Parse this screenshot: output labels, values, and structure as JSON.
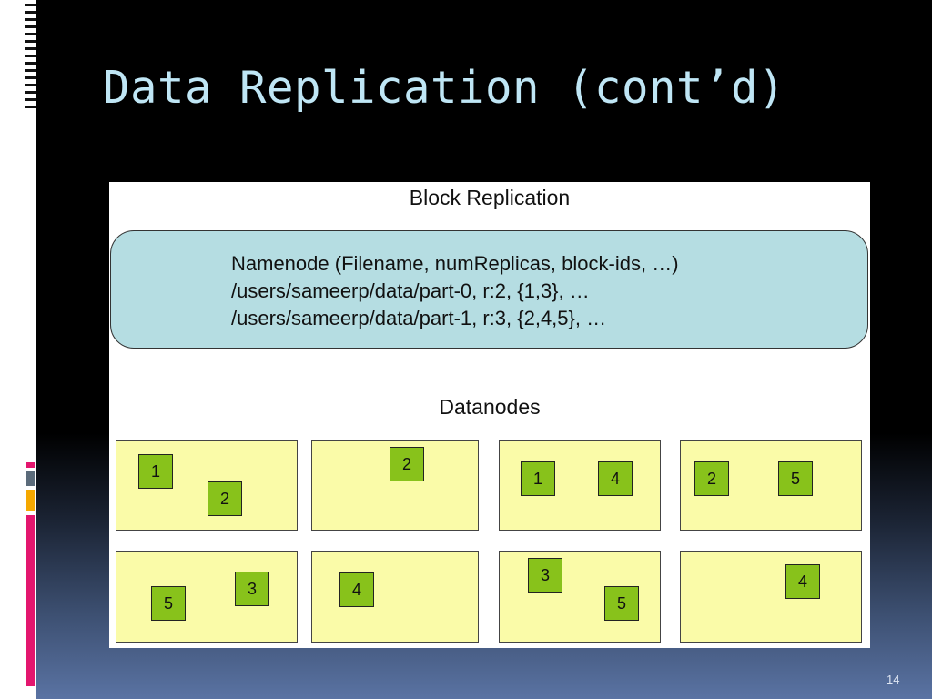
{
  "slide": {
    "title": "Data Replication (cont’d)",
    "page_number": "14"
  },
  "diagram": {
    "title": "Block Replication",
    "namenode": {
      "lines": [
        "Namenode (Filename, numReplicas, block-ids, …)",
        "/users/sameerp/data/part-0, r:2, {1,3}, …",
        "/users/sameerp/data/part-1, r:3, {2,4,5}, …"
      ]
    },
    "datanodes_title": "Datanodes",
    "datanodes": [
      {
        "blocks": [
          "1",
          "2"
        ]
      },
      {
        "blocks": [
          "2"
        ]
      },
      {
        "blocks": [
          "1",
          "4"
        ]
      },
      {
        "blocks": [
          "2",
          "5"
        ]
      },
      {
        "blocks": [
          "5",
          "3"
        ]
      },
      {
        "blocks": [
          "4"
        ]
      },
      {
        "blocks": [
          "3",
          "5"
        ]
      },
      {
        "blocks": [
          "4"
        ]
      }
    ]
  },
  "colors": {
    "title": "#bfe6f5",
    "namenode_fill": "#b5dde2",
    "datanode_fill": "#fafba8",
    "block_fill": "#88c21b",
    "accent_pink": "#e3166e",
    "accent_orange": "#f5a800",
    "accent_gray": "#5b6b7a"
  }
}
